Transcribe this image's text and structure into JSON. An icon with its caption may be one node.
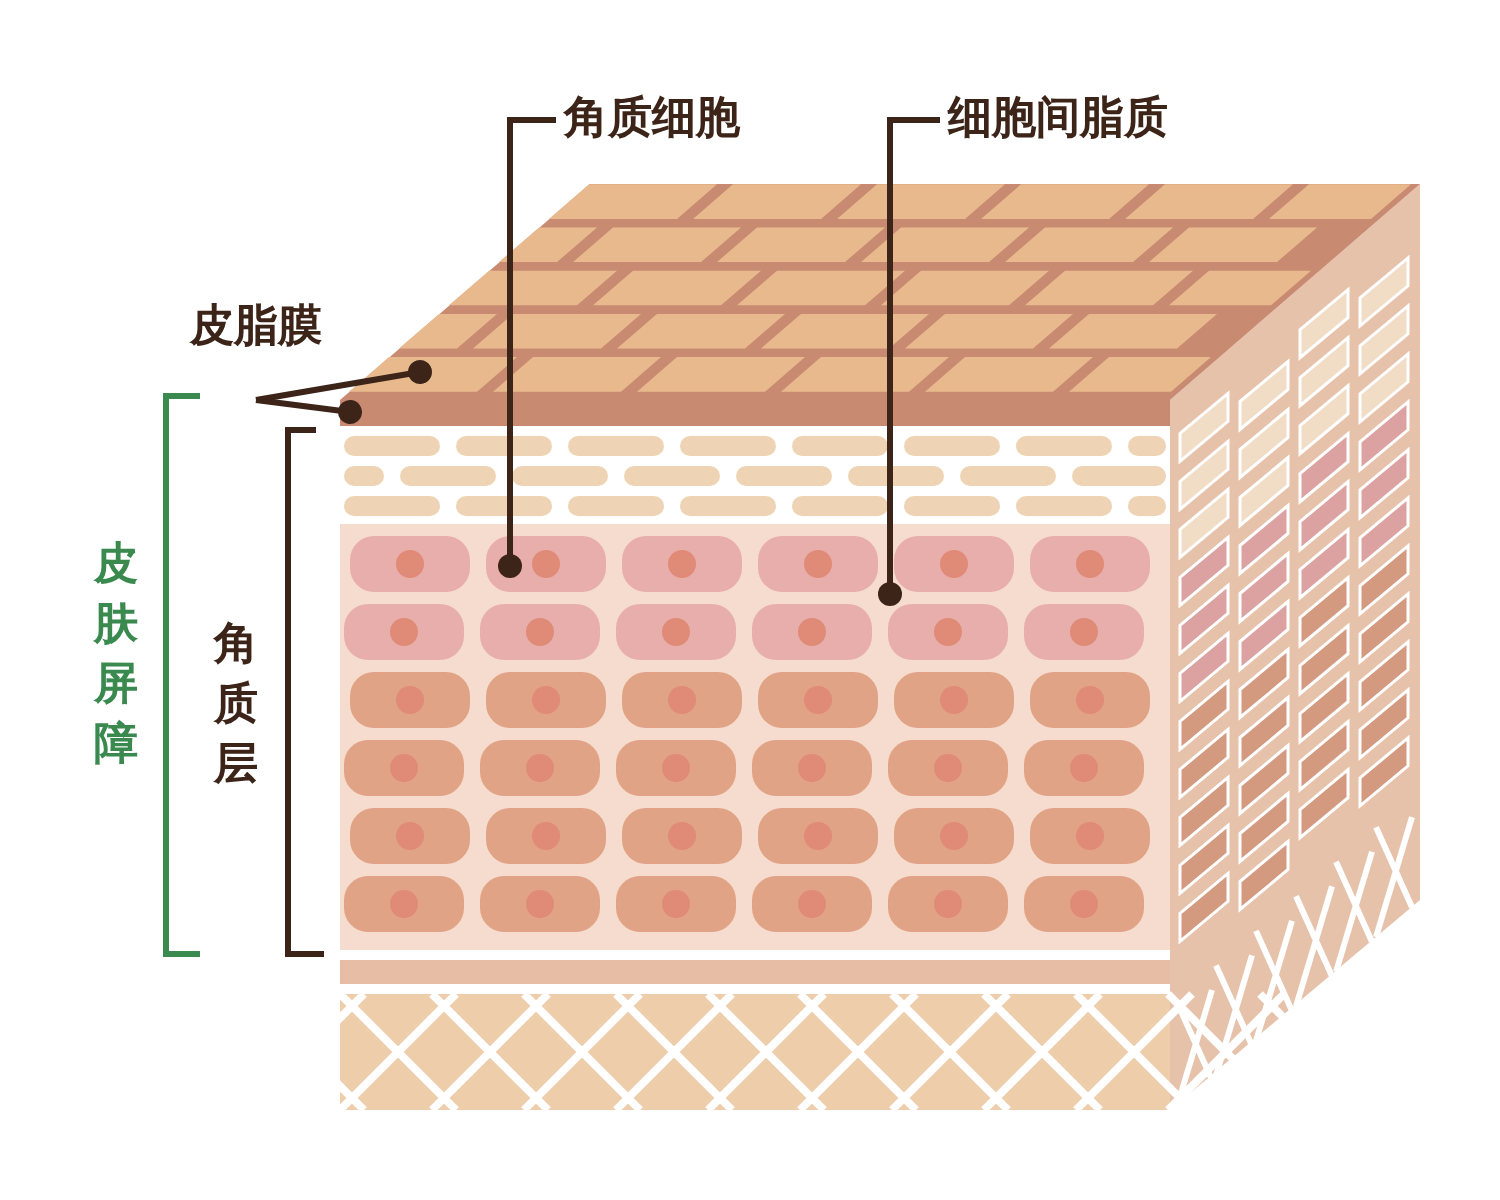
{
  "diagram": {
    "nodes": [
      {
        "text": [
          "角质细胞"
        ]
      },
      {
        "text": [
          "细胞间脂质"
        ]
      },
      {
        "text": [
          "皮脂膜"
        ]
      }
    ],
    "edges": [
      {
        "from": 0,
        "to": null,
        "arrow": "other"
      },
      {
        "from": 1,
        "to": null,
        "arrow": "other"
      },
      {
        "from": 2,
        "to": null,
        "arrow": "other"
      },
      {
        "from": 2,
        "to": null,
        "arrow": "other"
      }
    ],
    "labels": [
      "皮肤屏障",
      "角质层"
    ]
  }
}
